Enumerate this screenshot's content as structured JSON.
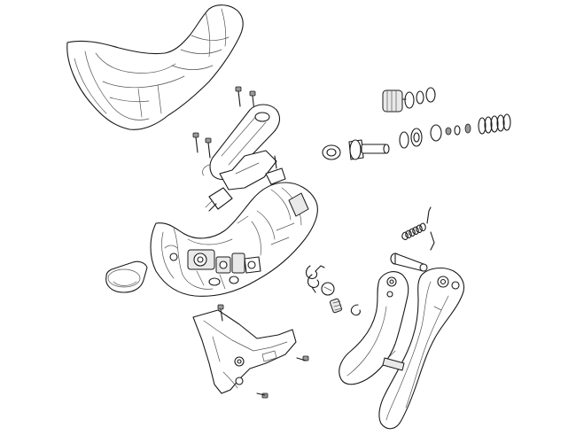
{
  "figure": {
    "type": "exploded-parts-diagram",
    "background": "#ffffff",
    "line_color": "#1a1a1a",
    "parts": [
      "hood",
      "hood-screws",
      "top-cap",
      "bleed-port-assembly",
      "piston-assembly",
      "seals-and-springs",
      "lever-body",
      "handlebar-clamp",
      "return-spring",
      "pivot-pin",
      "brake-lever-blade",
      "shift-paddle",
      "detent-spring",
      "adjuster-screw",
      "e-clip",
      "side-cover",
      "cover-screws"
    ]
  }
}
